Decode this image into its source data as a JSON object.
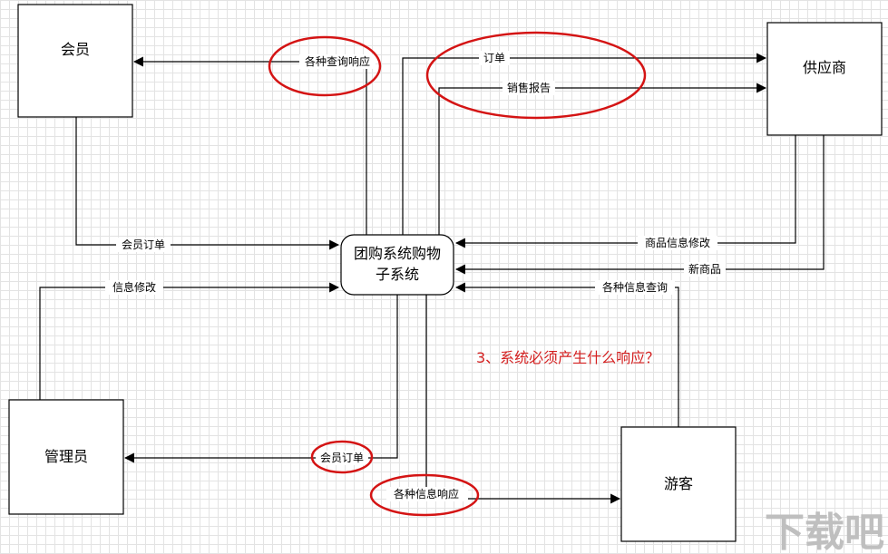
{
  "entities": {
    "member": "会员",
    "supplier": "供应商",
    "admin": "管理员",
    "visitor": "游客",
    "system_line1": "团购系统购物",
    "system_line2": "子系统"
  },
  "flows": {
    "query_responses": "各种查询响应",
    "order": "订单",
    "sales_report": "销售报告",
    "member_order_in": "会员订单",
    "product_info_edit": "商品信息修改",
    "new_product": "新商品",
    "info_edit": "信息修改",
    "info_query": "各种信息查询",
    "member_order_out": "会员订单",
    "info_responses": "各种信息响应"
  },
  "annotation": "3、系统必须产生什么响应？",
  "watermark": "下载吧",
  "colors": {
    "highlight": "#d41414",
    "annotation": "#d42020",
    "grid": "#e3e3e3"
  }
}
